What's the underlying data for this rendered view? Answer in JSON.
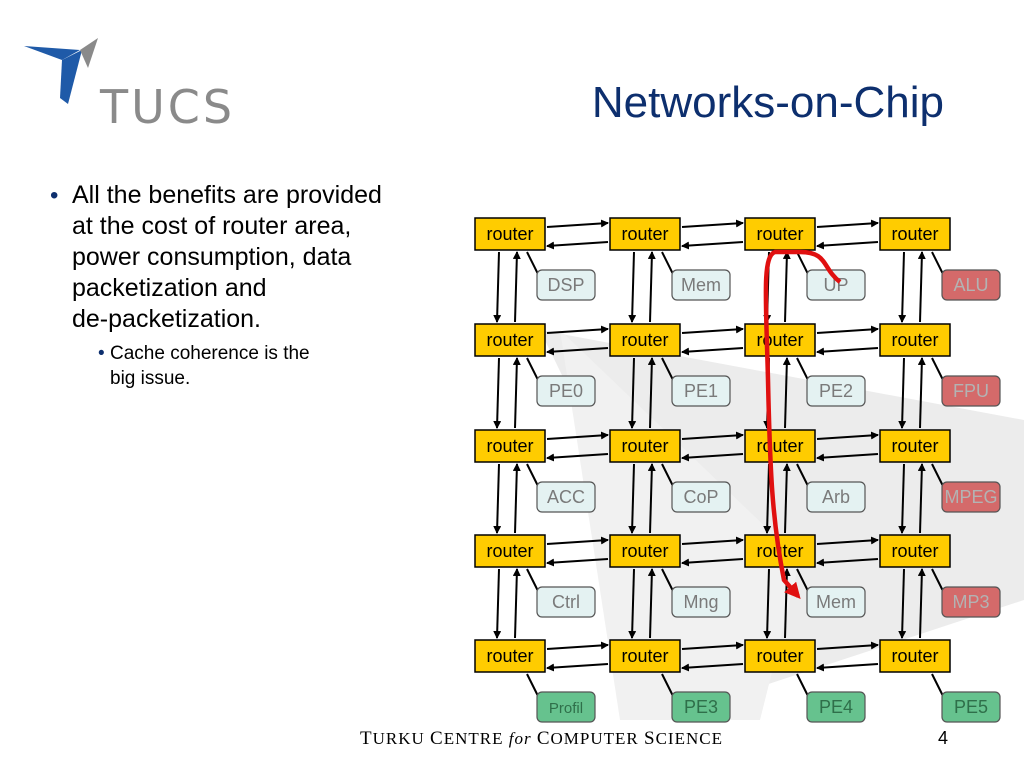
{
  "header": {
    "logo_text": "TUCS",
    "title": "Networks-on-Chip"
  },
  "bullets": {
    "main": [
      "All the benefits are provided",
      "at the cost of router area,",
      "power consumption, data",
      "packetization and",
      "de-packetization."
    ],
    "sub": [
      "Cache coherence is the",
      "big issue."
    ]
  },
  "diagram": {
    "router_label": "router",
    "rows": [
      [
        "DSP",
        "Mem",
        "UP",
        "ALU"
      ],
      [
        "PE0",
        "PE1",
        "PE2",
        "FPU"
      ],
      [
        "ACC",
        "CoP",
        "Arb",
        "MPEG"
      ],
      [
        "Ctrl",
        "Mng",
        "Mem",
        "MP3"
      ],
      [
        "Profil",
        "PE3",
        "PE4",
        "PE5"
      ]
    ],
    "colors": {
      "router_fill": "#ffcc00",
      "pe_fill": "#e4f2f2",
      "accel_fill": "#d46a6a",
      "green_fill": "#66c28e",
      "path_color": "#e01010"
    }
  },
  "footer": {
    "t1": "T",
    "t2": "URKU ",
    "c1": "C",
    "c2": "ENTRE ",
    "for": "for ",
    "c3": "C",
    "c4": "OMPUTER ",
    "s1": "S",
    "s2": "CIENCE",
    "page": "4"
  }
}
